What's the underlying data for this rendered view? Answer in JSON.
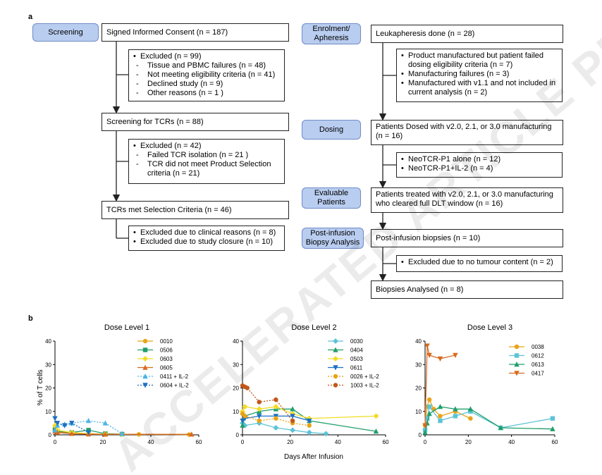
{
  "panel_a_label": "a",
  "panel_b_label": "b",
  "flow_left": {
    "stage": "Screening",
    "consent": "Signed Informed Consent (n = 187)",
    "excl1": [
      "Excluded (n = 99)",
      "Tissue and PBMC failures (n = 48)",
      "Not meeting eligibility criteria (n = 41)",
      "Declined study (n = 9)",
      "Other reasons (n = 1 )"
    ],
    "tcr_screen": "Screening for TCRs (n = 88)",
    "excl2": [
      "Excluded (n = 42)",
      "Failed TCR isolation (n = 21 )",
      "TCR did not meet Product Selection criteria (n = 21)"
    ],
    "tcr_met": "TCRs met Selection Criteria (n = 46)",
    "excl3": [
      "Excluded due to clinical reasons (n = 8)",
      "Excluded due to study closure (n = 10)"
    ]
  },
  "flow_right": {
    "stage_enrol": "Enrolment/ Apheresis",
    "leuka": "Leukapheresis done (n = 28)",
    "excl4": [
      "Product manufactured but patient failed dosing eligibility criteria (n = 7)",
      "Manufacturing failures (n = 3)",
      "Manufactured with v1.1 and not included in current analysis (n = 2)"
    ],
    "stage_dosing": "Dosing",
    "dosed": "Patients Dosed with v2.0, 2.1, or 3.0 manufacturing (n = 16)",
    "arms": [
      "NeoTCR-P1 alone (n = 12)",
      "NeoTCR-P1+IL-2 (n = 4)"
    ],
    "stage_eval": "Evaluable Patients",
    "treated": "Patients treated with v2.0, 2.1, or 3.0 manufacturing who cleared full DLT window (n = 16)",
    "stage_post": "Post-infusion Biopsy Analysis",
    "biopsies": "Post-infusion biopsies (n = 10)",
    "excl5": "Excluded due to no tumour content (n = 2)",
    "analysed": "Biopsies Analysed (n = 8)"
  },
  "watermark": "ACCELERATED ARTICLE PREVIEW",
  "shared_ylabel": "% of T cells",
  "shared_xlabel": "Days After Infusion",
  "chart_data": [
    {
      "type": "line",
      "title": "Dose Level 1",
      "xlim": [
        0,
        60
      ],
      "ylim": [
        0,
        40
      ],
      "xticks": [
        0,
        20,
        40,
        60
      ],
      "yticks": [
        0,
        10,
        20,
        30,
        40
      ],
      "legend": "top-right",
      "series": [
        {
          "name": "0010",
          "color": "#e8a317",
          "marker": "circle",
          "dash": false,
          "x": [
            0,
            1,
            7,
            14,
            21,
            35,
            56
          ],
          "y": [
            3,
            1.5,
            0.5,
            0.3,
            0.2,
            0.2,
            0.1
          ]
        },
        {
          "name": "0506",
          "color": "#1f9e6a",
          "marker": "square",
          "dash": false,
          "x": [
            0,
            1,
            7,
            14,
            21,
            28
          ],
          "y": [
            2,
            1.5,
            1,
            2,
            0.5,
            0.3
          ]
        },
        {
          "name": "0603",
          "color": "#f2dc29",
          "marker": "diamond",
          "dash": false,
          "x": [
            0,
            1,
            7,
            14,
            21,
            28
          ],
          "y": [
            4,
            2,
            1,
            0.5,
            0.3,
            0.2
          ]
        },
        {
          "name": "0605",
          "color": "#d96a1f",
          "marker": "triangle",
          "dash": false,
          "x": [
            0,
            1,
            7,
            14,
            21,
            57
          ],
          "y": [
            1.5,
            1,
            0.5,
            0.3,
            0.2,
            0.2
          ]
        },
        {
          "name": "0411 + IL-2",
          "color": "#4bb4e6",
          "marker": "triangle",
          "dash": true,
          "x": [
            0,
            1,
            4,
            7,
            14,
            21,
            28
          ],
          "y": [
            2,
            4,
            4.5,
            5,
            6,
            5,
            0.5
          ]
        },
        {
          "name": "0604 + IL-2",
          "color": "#1d6fc2",
          "marker": "triangle-down",
          "dash": true,
          "x": [
            0,
            1,
            4,
            7,
            14
          ],
          "y": [
            7,
            5,
            4,
            5,
            1
          ]
        }
      ]
    },
    {
      "type": "line",
      "title": "Dose Level 2",
      "xlim": [
        0,
        60
      ],
      "ylim": [
        0,
        40
      ],
      "xticks": [
        0,
        20,
        40,
        60
      ],
      "yticks": [
        0,
        10,
        20,
        30,
        40
      ],
      "legend": "top-right",
      "series": [
        {
          "name": "0030",
          "color": "#5ec3d6",
          "marker": "diamond",
          "dash": false,
          "x": [
            0,
            1,
            7,
            14,
            21,
            28,
            35
          ],
          "y": [
            5,
            4,
            5,
            3,
            2,
            1,
            0.5
          ]
        },
        {
          "name": "0404",
          "color": "#1f9e6a",
          "marker": "triangle",
          "dash": false,
          "x": [
            0,
            1,
            7,
            14,
            21,
            28,
            56
          ],
          "y": [
            4,
            8,
            10,
            11,
            11,
            6,
            1.5
          ]
        },
        {
          "name": "0503",
          "color": "#f2dc29",
          "marker": "diamond",
          "dash": false,
          "x": [
            0,
            1,
            7,
            14,
            21,
            28,
            56
          ],
          "y": [
            10,
            12,
            11,
            12,
            9,
            7,
            8
          ]
        },
        {
          "name": "0611",
          "color": "#1d6fc2",
          "marker": "triangle-down",
          "dash": false,
          "x": [
            0,
            1,
            7,
            14,
            21,
            28
          ],
          "y": [
            6,
            7,
            8,
            8,
            8,
            6
          ]
        },
        {
          "name": "0026 + IL-2",
          "color": "#e8a317",
          "marker": "circle",
          "dash": true,
          "x": [
            0,
            1,
            7,
            14,
            21,
            28
          ],
          "y": [
            9,
            8,
            6,
            7,
            5,
            4
          ]
        },
        {
          "name": "1003 + IL-2",
          "color": "#c2571a",
          "marker": "circle",
          "dash": true,
          "x": [
            0,
            1,
            2,
            7,
            14,
            21
          ],
          "y": [
            21,
            20.5,
            20,
            14,
            15,
            6
          ]
        }
      ]
    },
    {
      "type": "line",
      "title": "Dose Level 3",
      "xlim": [
        0,
        60
      ],
      "ylim": [
        0,
        40
      ],
      "xticks": [
        0,
        20,
        40,
        60
      ],
      "yticks": [
        0,
        10,
        20,
        30,
        40
      ],
      "legend": "top-right",
      "series": [
        {
          "name": "0038",
          "color": "#e8a317",
          "marker": "circle",
          "dash": false,
          "x": [
            0,
            1,
            2,
            4,
            7,
            14,
            21
          ],
          "y": [
            4,
            12,
            15,
            11,
            8,
            10,
            7
          ]
        },
        {
          "name": "0612",
          "color": "#5ec3d6",
          "marker": "square",
          "dash": false,
          "x": [
            0,
            1,
            2,
            7,
            14,
            21,
            35,
            59
          ],
          "y": [
            2,
            7,
            12,
            6,
            8,
            10,
            3,
            7
          ]
        },
        {
          "name": "0613",
          "color": "#1f9e6a",
          "marker": "triangle",
          "dash": false,
          "x": [
            0,
            1,
            2,
            7,
            14,
            21,
            35,
            59
          ],
          "y": [
            1,
            5,
            9,
            12,
            11,
            11,
            3,
            2.5
          ]
        },
        {
          "name": "0417",
          "color": "#d96a1f",
          "marker": "triangle-down",
          "dash": false,
          "x": [
            0,
            1,
            2,
            7,
            14
          ],
          "y": [
            4,
            38,
            34,
            32.5,
            34
          ]
        }
      ]
    }
  ]
}
